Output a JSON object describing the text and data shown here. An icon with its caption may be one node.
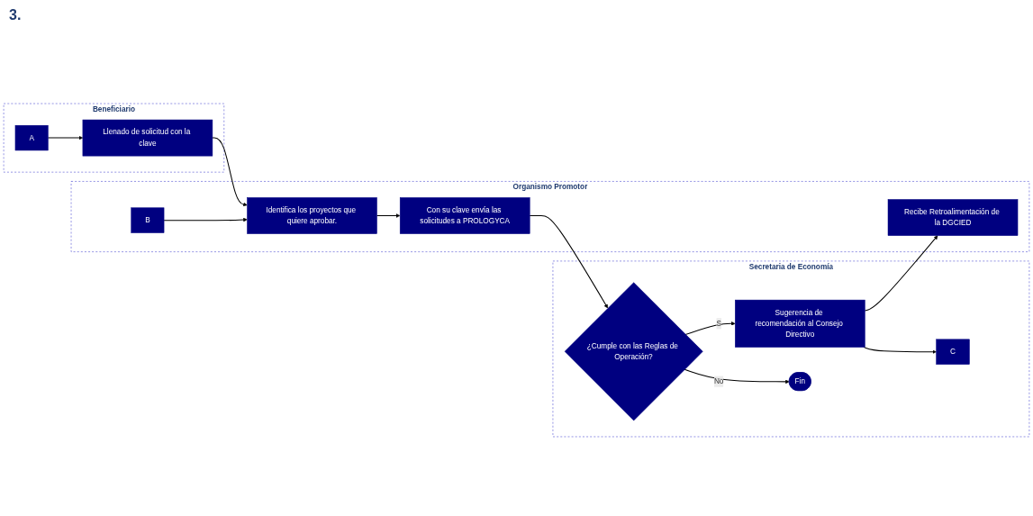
{
  "diagram": {
    "nodes": [
      {
        "text": [
          "Beneficiario"
        ]
      },
      {
        "text": [
          "Organismo Promotor"
        ]
      },
      {
        "text": [
          "Secretaria de Economía"
        ]
      },
      {
        "text": [
          "A"
        ],
        "in": 0
      },
      {
        "text": [
          "Llenado de solicitud con la clave"
        ],
        "in": 0
      },
      {
        "text": [
          "B"
        ],
        "in": 1
      },
      {
        "text": [
          "Identifica los proyectos que quiere aprobar."
        ],
        "in": 1
      },
      {
        "text": [
          "Con su clave envía las solicitudes a PROLOGYCA"
        ],
        "in": 1
      },
      {
        "text": [
          "Recibe Retroalimentación de la DGCIED"
        ],
        "in": 1
      },
      {
        "text": [
          "¿Cumple con las Reglas de Operación?"
        ],
        "in": 2
      },
      {
        "text": [
          "Sugerencia de recomendación al Consejo Directivo"
        ],
        "in": 2
      },
      {
        "text": [
          "C"
        ],
        "in": 2
      },
      {
        "text": [
          "Fin"
        ],
        "in": 2
      }
    ],
    "edges": [
      {
        "from": 3,
        "to": 4,
        "arrow": "to"
      },
      {
        "from": 4,
        "to": 6,
        "arrow": "to"
      },
      {
        "from": 5,
        "to": 6,
        "arrow": "to"
      },
      {
        "from": 6,
        "to": 7,
        "arrow": "to"
      },
      {
        "from": 7,
        "to": 9,
        "arrow": "to"
      },
      {
        "from": 9,
        "to": 10,
        "label": "S",
        "arrow": "to"
      },
      {
        "from": 9,
        "to": 12,
        "label": "No",
        "arrow": "to"
      },
      {
        "from": 10,
        "to": 8,
        "arrow": "to"
      },
      {
        "from": 10,
        "to": 11,
        "arrow": "to"
      }
    ],
    "labels": [
      "3."
    ]
  }
}
